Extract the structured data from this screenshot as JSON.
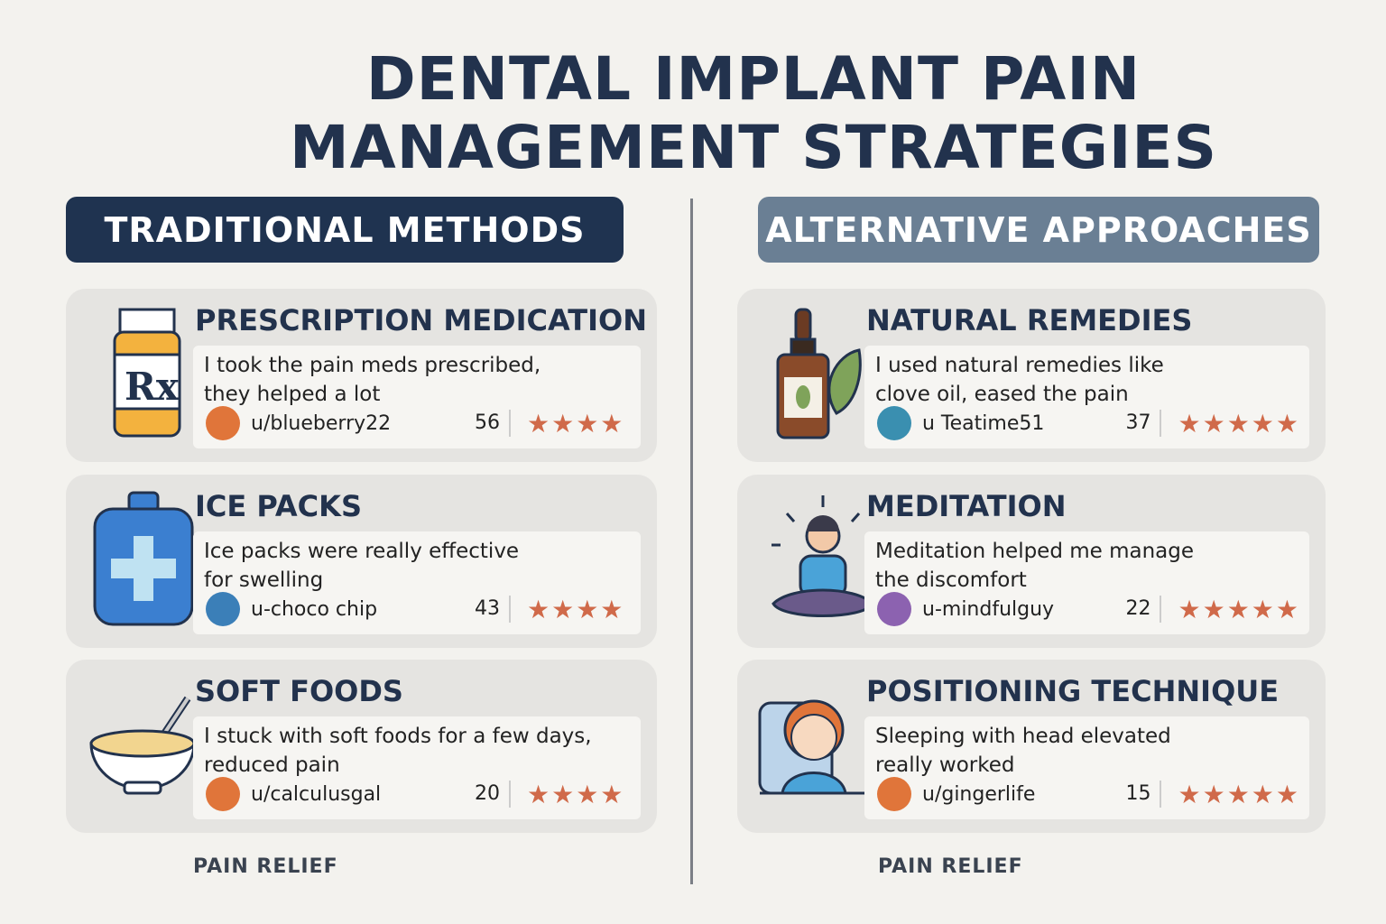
{
  "title": "DENTAL IMPLANT PAIN MANAGEMENT STRATEGIES",
  "left": {
    "header": "TRADITIONAL METHODS",
    "footer": "PAIN RELIEF",
    "cards": [
      {
        "title": "PRESCRIPTION MEDICATION",
        "icon": "pill-bottle-icon",
        "quote_lines": [
          "I took the pain meds prescribed,",
          "they helped a lot"
        ],
        "user": "u/blueberry22",
        "count": "56",
        "rating": 4,
        "avatar_color": "#e0753a"
      },
      {
        "title": "ICE PACKS",
        "icon": "ice-pack-icon",
        "quote_lines": [
          "Ice packs were really effective",
          "for swelling"
        ],
        "user": "u-choco chip",
        "count": "43",
        "rating": 4,
        "avatar_color": "#3b7fb8"
      },
      {
        "title": "SOFT FOODS",
        "icon": "bowl-icon",
        "quote_lines": [
          "I stuck with soft foods for a few days,",
          "reduced pain"
        ],
        "user": "u/calculusgal",
        "count": "20",
        "rating": 4,
        "avatar_color": "#e0753a"
      }
    ]
  },
  "right": {
    "header": "ALTERNATIVE APPROACHES",
    "footer": "PAIN RELIEF",
    "cards": [
      {
        "title": "NATURAL REMEDIES",
        "icon": "dropper-bottle-icon",
        "quote_lines": [
          "I used natural remedies like",
          "clove oil, eased the pain"
        ],
        "user": "u Teatime51",
        "count": "37",
        "rating": 5,
        "avatar_color": "#3a8fb0"
      },
      {
        "title": "MEDITATION",
        "icon": "meditating-person-icon",
        "quote_lines": [
          "Meditation helped me manage",
          "the discomfort"
        ],
        "user": "u-mindfulguy",
        "count": "22",
        "rating": 5,
        "avatar_color": "#8c62b0"
      },
      {
        "title": "POSITIONING TECHNIQUE",
        "icon": "sleeping-person-icon",
        "quote_lines": [
          "Sleeping with head elevated",
          "really worked"
        ],
        "user": "u/gingerlife",
        "count": "15",
        "rating": 5,
        "avatar_color": "#e0753a"
      }
    ]
  },
  "colors": {
    "navy": "#1f3350",
    "slate": "#6a7f94",
    "star": "#d06a4a"
  }
}
